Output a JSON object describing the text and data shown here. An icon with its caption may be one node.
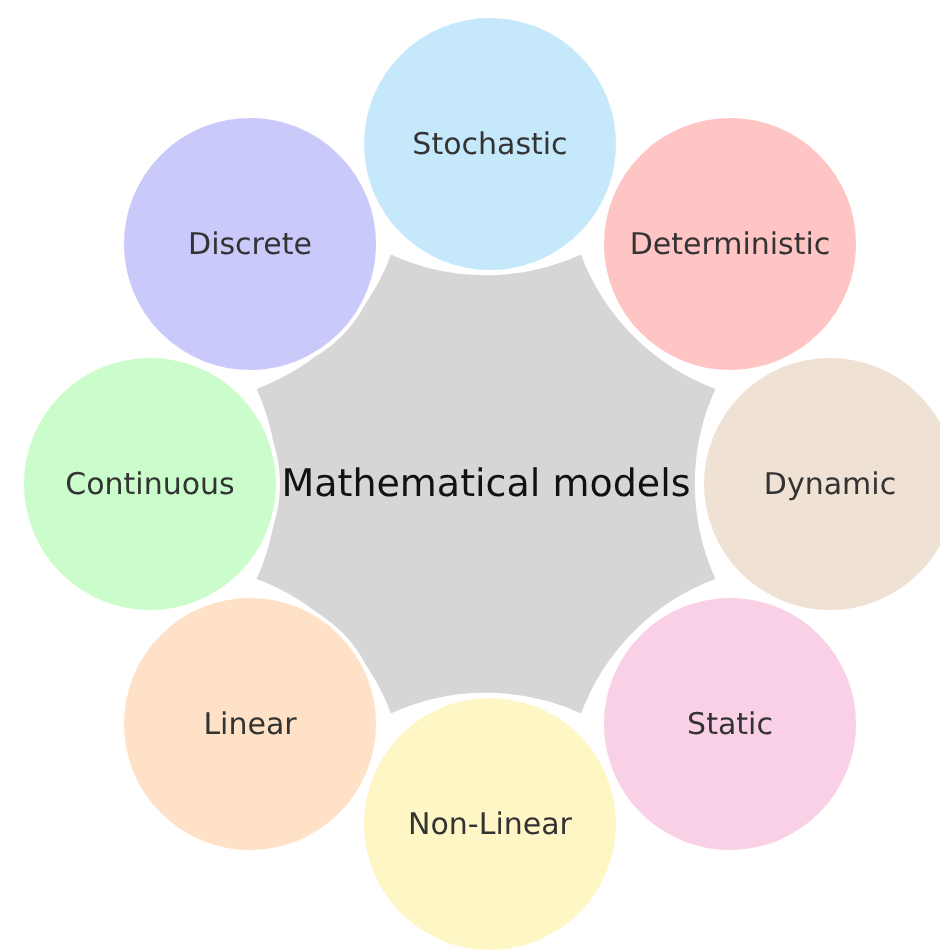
{
  "diagram": {
    "nodes": [
      {
        "text": [
          "Mathematical models"
        ]
      },
      {
        "text": [
          "Stochastic"
        ]
      },
      {
        "text": [
          "Deterministic"
        ]
      },
      {
        "text": [
          "Dynamic"
        ]
      },
      {
        "text": [
          "Static"
        ]
      },
      {
        "text": [
          "Non-Linear"
        ]
      },
      {
        "text": [
          "Linear"
        ]
      },
      {
        "text": [
          "Continuous"
        ]
      },
      {
        "text": [
          "Discrete"
        ]
      }
    ]
  }
}
